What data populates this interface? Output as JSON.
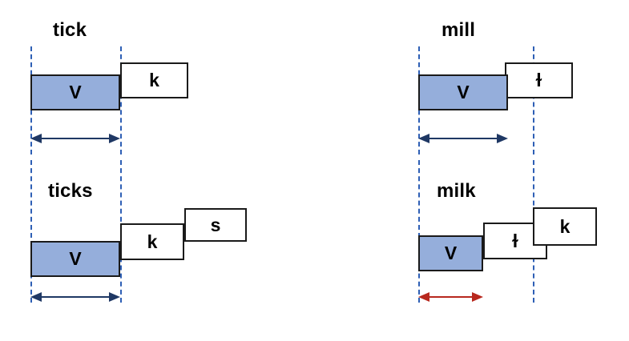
{
  "figure": {
    "title_visible": false,
    "background": "#ffffff",
    "vowel_fill": "#95AEDB",
    "box_stroke": "#1a1a1a",
    "guide_color": "#2E5FB5",
    "arrow_navy": "#1F3864",
    "arrow_red": "#B8281E"
  },
  "panels": [
    {
      "id": "tick",
      "label": "tick",
      "vowel": {
        "text": "V"
      },
      "codas": [
        {
          "text": "k"
        }
      ],
      "arrow": {
        "color_name": "navy",
        "length_class": "long"
      },
      "guides": 2
    },
    {
      "id": "ticks",
      "label": "ticks",
      "vowel": {
        "text": "V"
      },
      "codas": [
        {
          "text": "k"
        },
        {
          "text": "s"
        }
      ],
      "arrow": {
        "color_name": "navy",
        "length_class": "long"
      },
      "guides": 2
    },
    {
      "id": "mill",
      "label": "mill",
      "vowel": {
        "text": "V"
      },
      "codas": [
        {
          "text": "ɫ"
        }
      ],
      "arrow": {
        "color_name": "navy",
        "length_class": "long"
      },
      "guides": 2
    },
    {
      "id": "milk",
      "label": "milk",
      "vowel": {
        "text": "V"
      },
      "codas": [
        {
          "text": "ɫ"
        },
        {
          "text": "k"
        }
      ],
      "arrow": {
        "color_name": "red",
        "length_class": "short"
      },
      "guides": 2
    }
  ]
}
